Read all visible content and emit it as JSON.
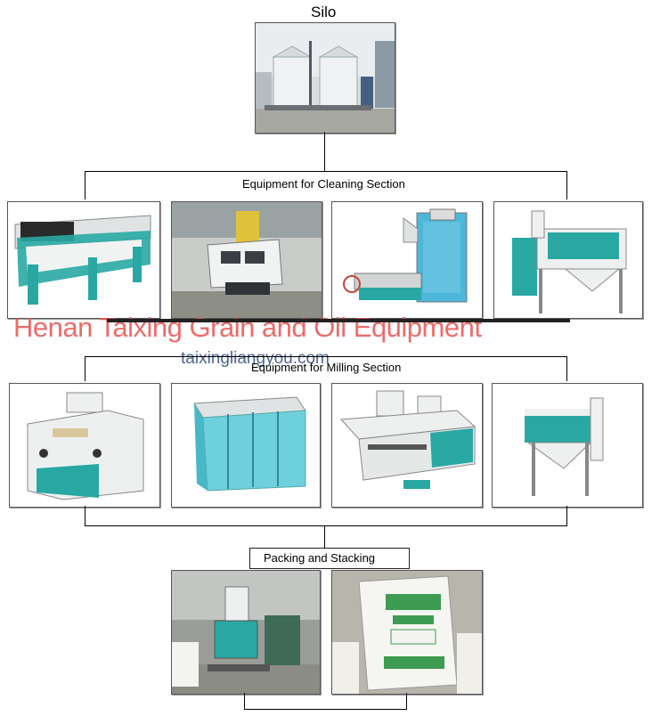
{
  "title": "Silo",
  "sections": {
    "cleaning": "Equipment for Cleaning Section",
    "milling": "Equipment for Milling Section",
    "packing": "Packing and Stacking"
  },
  "watermark": {
    "company": "Henan Taixing Grain and Oil Equipment",
    "site": "taixingliangyou.com"
  },
  "colors": {
    "machine_teal": "#29a8a3",
    "machine_white": "#eef0f0",
    "watermark_red": "#e8534f",
    "watermark_blue": "#2d4b80"
  }
}
